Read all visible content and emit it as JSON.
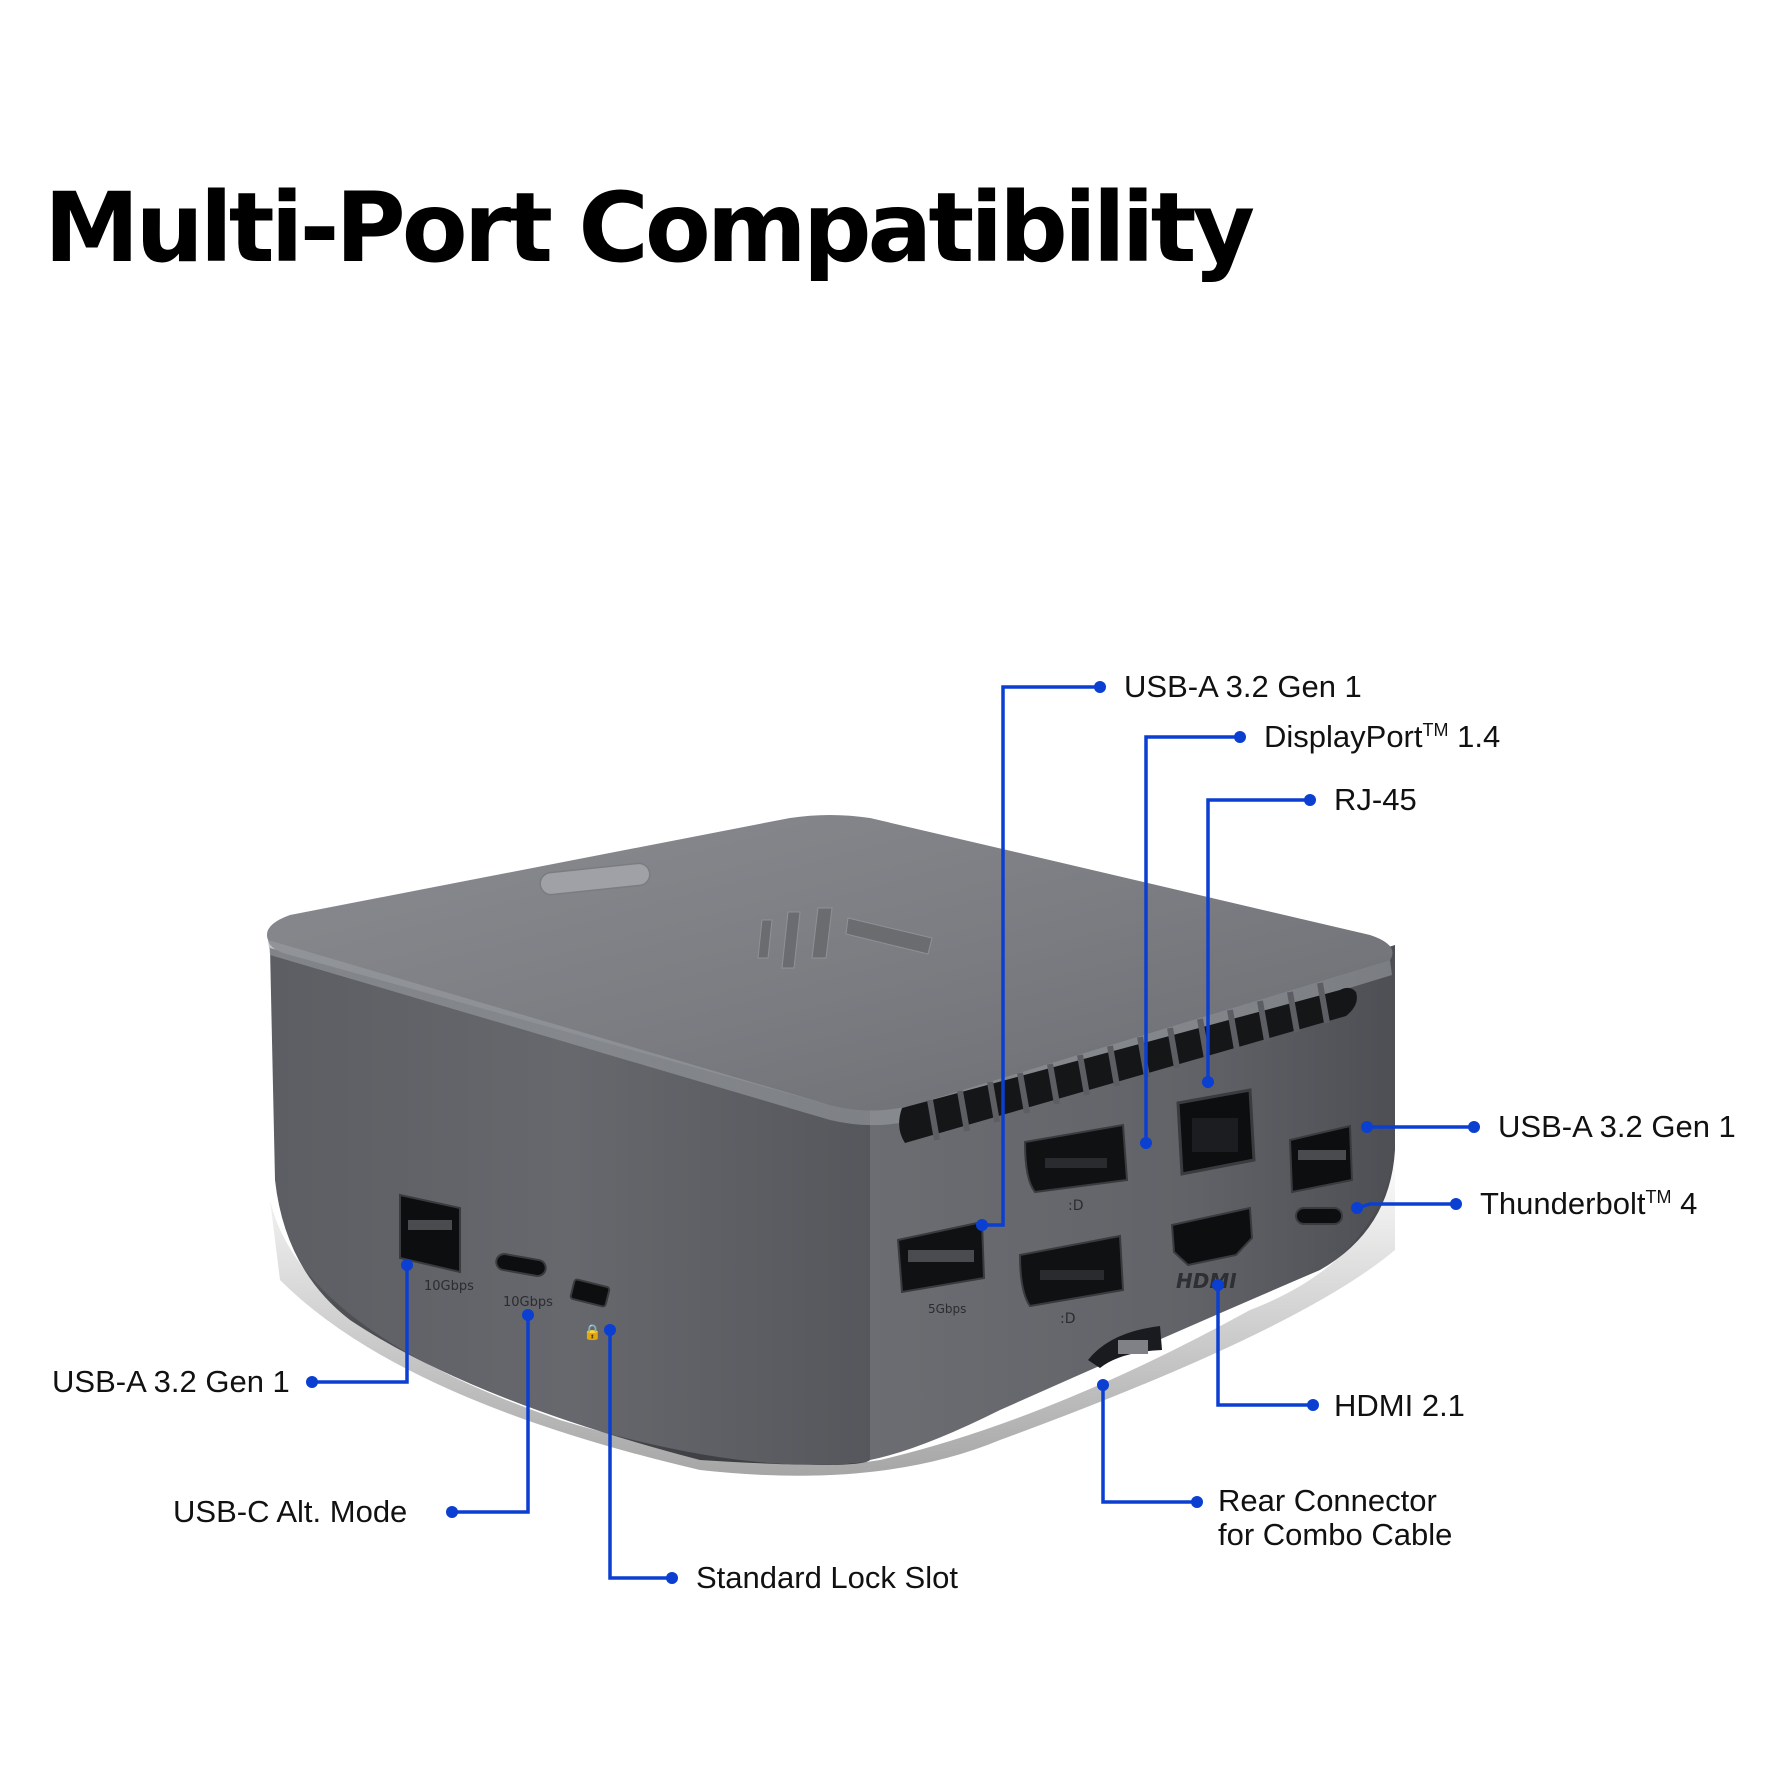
{
  "title": "Multi-Port Compatibility",
  "accent_color": "#0a3fd1",
  "device": {
    "logo": "hp",
    "port_markings": {
      "left_usb_speed": "10Gbps",
      "left_usbc_speed": "10Gbps",
      "rear_usb_speed": "5Gbps",
      "hdmi_logo": "HDMI"
    }
  },
  "callouts": {
    "usb_a_top": "USB-A 3.2 Gen 1",
    "displayport": "DisplayPort",
    "displayport_tm": "TM",
    "displayport_ver": "1.4",
    "rj45": "RJ-45",
    "usb_a_right": "USB-A 3.2 Gen 1",
    "thunderbolt": "Thunderbolt",
    "thunderbolt_tm": "TM",
    "thunderbolt_ver": "4",
    "usb_a_left": "USB-A 3.2 Gen 1",
    "usbc_alt": "USB-C Alt. Mode",
    "lock_slot": "Standard Lock Slot",
    "hdmi": "HDMI 2.1",
    "rear_connector_line1": "Rear Connector",
    "rear_connector_line2": "for Combo Cable"
  }
}
